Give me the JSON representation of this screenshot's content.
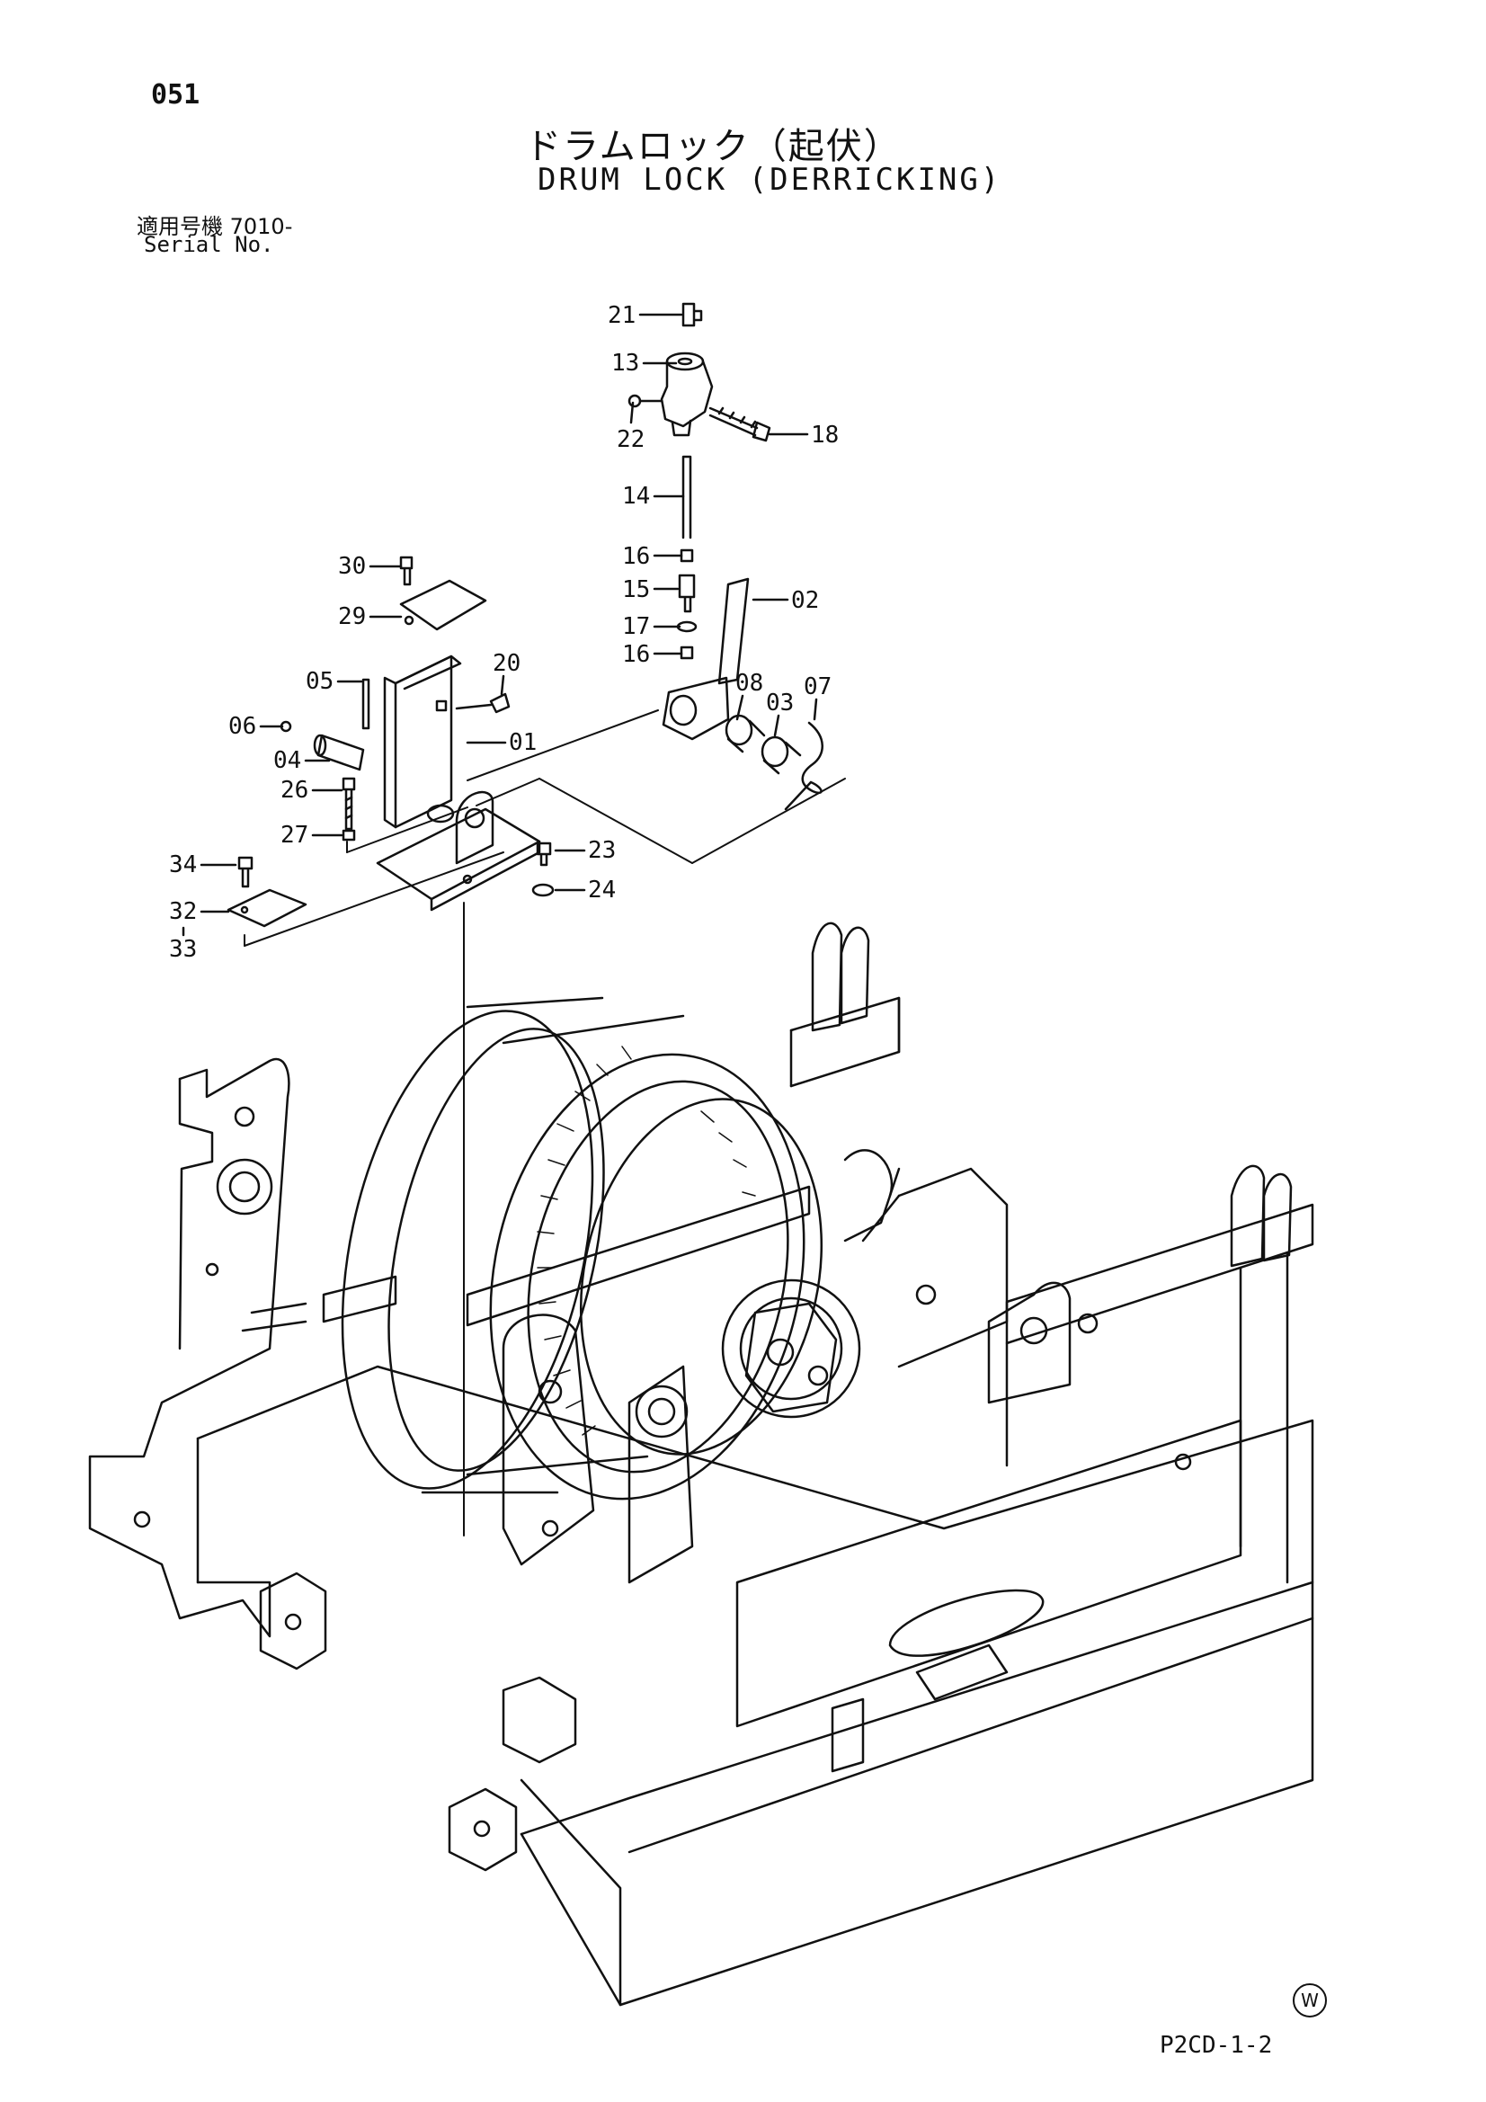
{
  "header": {
    "page_number": "051",
    "title_jp": "ドラムロック（起伏）",
    "title_en": "DRUM LOCK (DERRICKING)",
    "serial_label_jp": "適用号機  7010-",
    "serial_label_en": "Serial No."
  },
  "callouts": [
    "21",
    "13",
    "22",
    "18",
    "14",
    "16",
    "15",
    "02",
    "17",
    "16",
    "08",
    "03",
    "07",
    "30",
    "29",
    "20",
    "05",
    "01",
    "06",
    "04",
    "26",
    "27",
    "23",
    "24",
    "34",
    "32",
    "33"
  ],
  "footer": {
    "sheet_code": "P2CD-1-2",
    "mark": "W"
  }
}
